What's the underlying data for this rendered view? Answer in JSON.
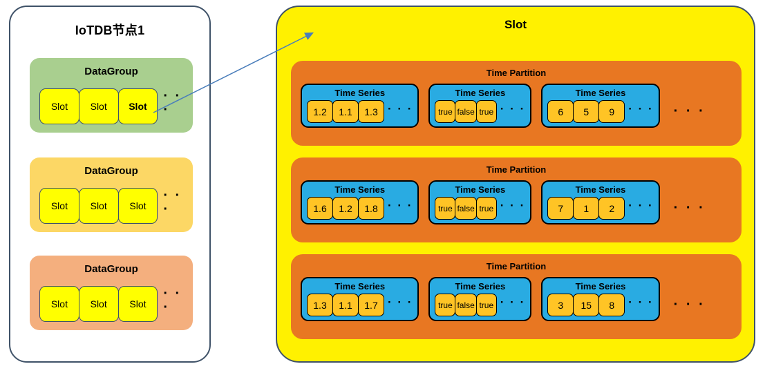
{
  "node_panel": {
    "title": "IoTDB节点1",
    "ellipsis": "· · ·",
    "datagroups": [
      {
        "label": "DataGroup",
        "color": "#a9cf8f",
        "slots": [
          {
            "label": "Slot",
            "bold": false
          },
          {
            "label": "Slot",
            "bold": false
          },
          {
            "label": "Slot",
            "bold": true
          }
        ]
      },
      {
        "label": "DataGroup",
        "color": "#fcd765",
        "slots": [
          {
            "label": "Slot",
            "bold": false
          },
          {
            "label": "Slot",
            "bold": false
          },
          {
            "label": "Slot",
            "bold": false
          }
        ]
      },
      {
        "label": "DataGroup",
        "color": "#f4af7e",
        "slots": [
          {
            "label": "Slot",
            "bold": false
          },
          {
            "label": "Slot",
            "bold": false
          },
          {
            "label": "Slot",
            "bold": false
          }
        ]
      }
    ]
  },
  "slot_panel": {
    "title": "Slot",
    "color": "#fff100",
    "partition_ellipsis": "· · ·",
    "time_partitions": [
      {
        "label": "Time Partition",
        "series": [
          {
            "label": "Time Series",
            "values": [
              "1.2",
              "1.1",
              "1.3"
            ],
            "ellipsis": "· · ·",
            "kind": "float"
          },
          {
            "label": "Time Series",
            "values": [
              "true",
              "false",
              "true"
            ],
            "ellipsis": "· · ·",
            "kind": "boolean"
          },
          {
            "label": "Time Series",
            "values": [
              "6",
              "5",
              "9"
            ],
            "ellipsis": "· · ·",
            "kind": "int"
          }
        ]
      },
      {
        "label": "Time Partition",
        "series": [
          {
            "label": "Time Series",
            "values": [
              "1.6",
              "1.2",
              "1.8"
            ],
            "ellipsis": "· · ·",
            "kind": "float"
          },
          {
            "label": "Time Series",
            "values": [
              "true",
              "false",
              "true"
            ],
            "ellipsis": "· · ·",
            "kind": "boolean"
          },
          {
            "label": "Time Series",
            "values": [
              "7",
              "1",
              "2"
            ],
            "ellipsis": "· · ·",
            "kind": "int"
          }
        ]
      },
      {
        "label": "Time Partition",
        "series": [
          {
            "label": "Time Series",
            "values": [
              "1.3",
              "1.1",
              "1.7"
            ],
            "ellipsis": "· · ·",
            "kind": "float"
          },
          {
            "label": "Time Series",
            "values": [
              "true",
              "false",
              "true"
            ],
            "ellipsis": "· · ·",
            "kind": "boolean"
          },
          {
            "label": "Time Series",
            "values": [
              "3",
              "15",
              "8"
            ],
            "ellipsis": "· · ·",
            "kind": "int"
          }
        ]
      }
    ]
  },
  "colors": {
    "border": "#3f5268",
    "slot_yellow": "#ffff00",
    "panel_yellow": "#fff100",
    "partition_orange": "#e87722",
    "series_cyan": "#29abe2",
    "cell_amber": "#ffc425",
    "arrow": "#4a7ebb"
  }
}
